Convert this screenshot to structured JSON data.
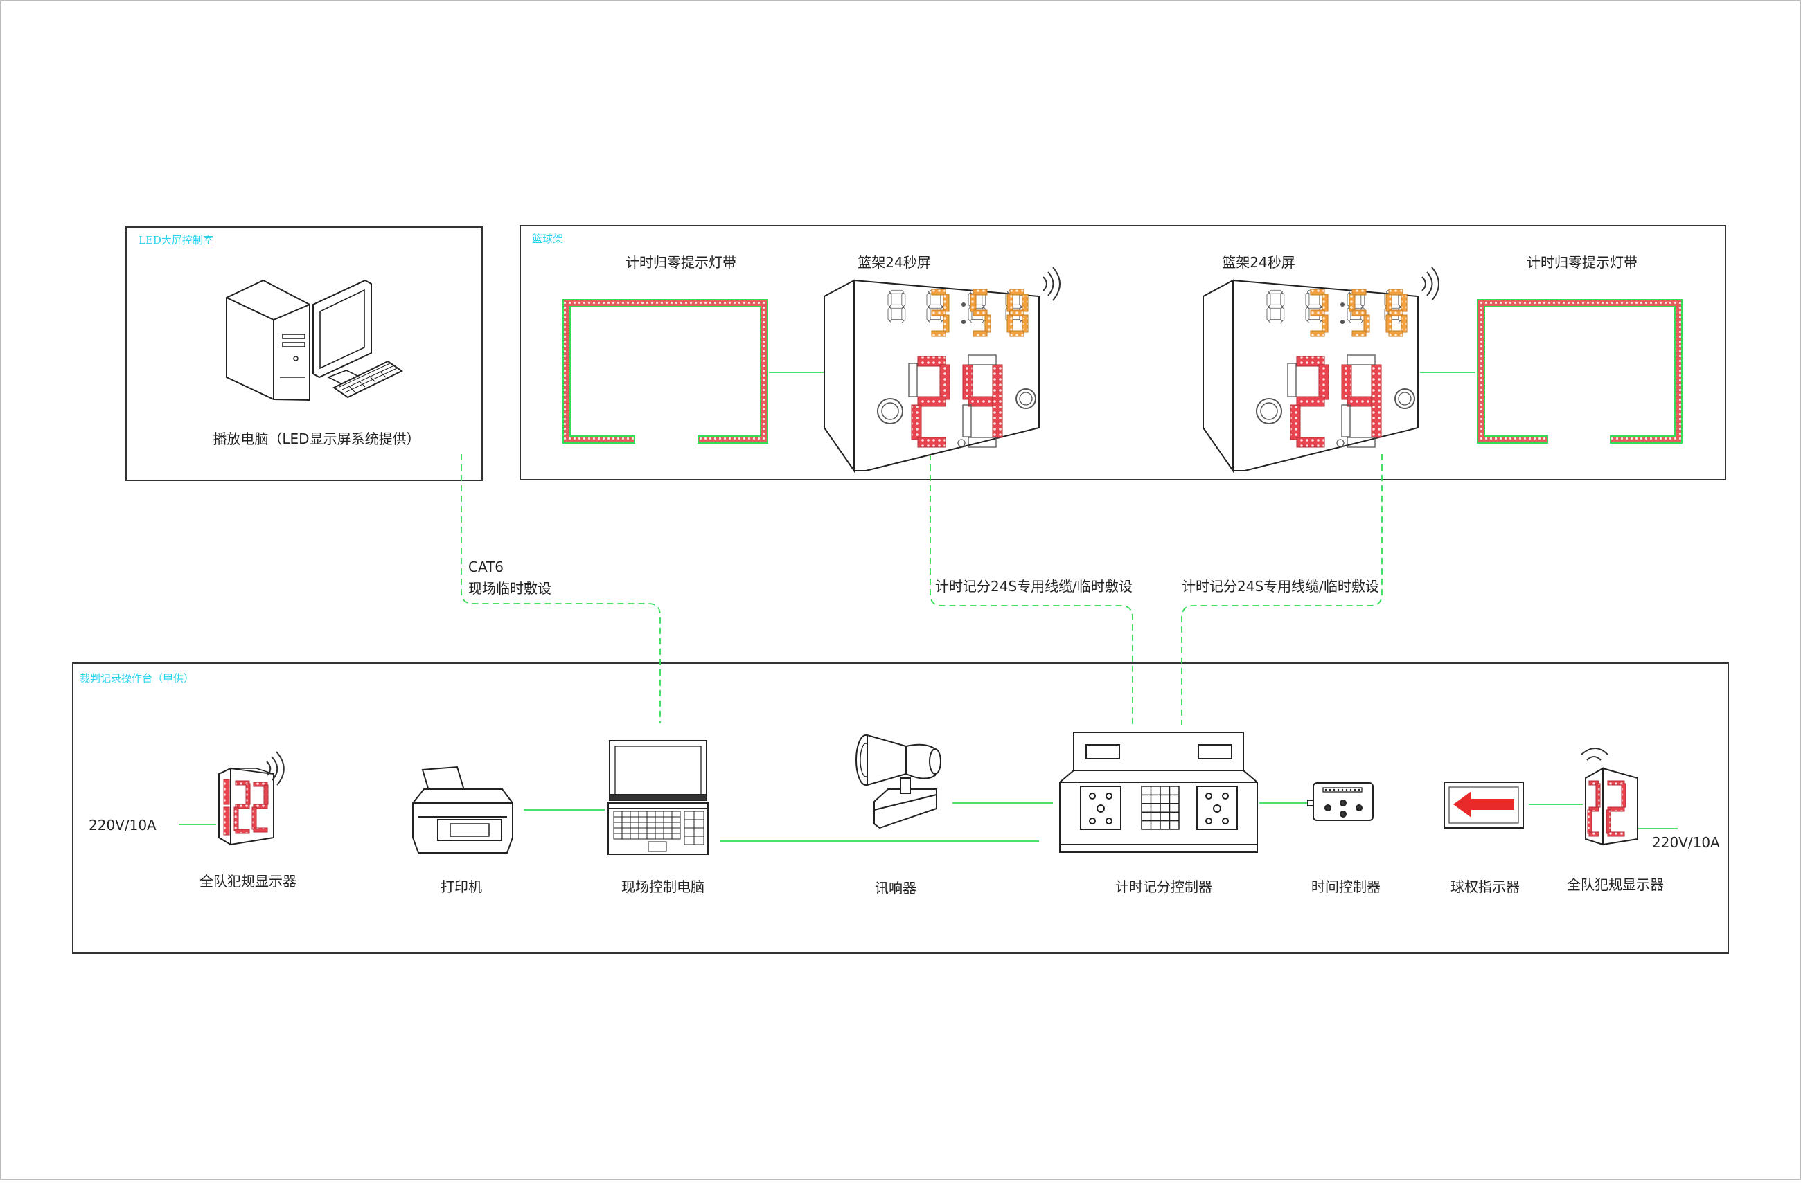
{
  "zones": {
    "led_room": "LED大屏控制室",
    "hoop": "篮球架",
    "table": "裁判记录操作台（甲供）"
  },
  "top": {
    "playback_pc": "播放电脑（LED显示屏系统提供）",
    "strip_left": "计时归零提示灯带",
    "shot_clock_left": "篮架24秒屏",
    "shot_clock_right": "篮架24秒屏",
    "strip_right": "计时归零提示灯带",
    "shot_clock_time": "3:58",
    "shot_clock_seconds": "24"
  },
  "cables": {
    "cat6_line1": "CAT6",
    "cat6_line2": "现场临时敷设",
    "left": "计时记分24S专用线缆/临时敷设",
    "right": "计时记分24S专用线缆/临时敷设"
  },
  "devices": {
    "foul_left": "全队犯规显示器",
    "printer": "打印机",
    "laptop": "现场控制电脑",
    "buzzer": "讯响器",
    "console": "计时记分控制器",
    "timer": "时间控制器",
    "possession": "球权指示器",
    "foul_right": "全队犯规显示器",
    "power_left": "220V/10A",
    "power_right": "220V/10A"
  },
  "colors": {
    "line_green": "#33dd55",
    "zone_text": "#2ad4ee",
    "red_digit": "#e8444f",
    "orange_digit": "#f2a040",
    "arrow_red": "#e82a2a",
    "frame": "#333333"
  }
}
